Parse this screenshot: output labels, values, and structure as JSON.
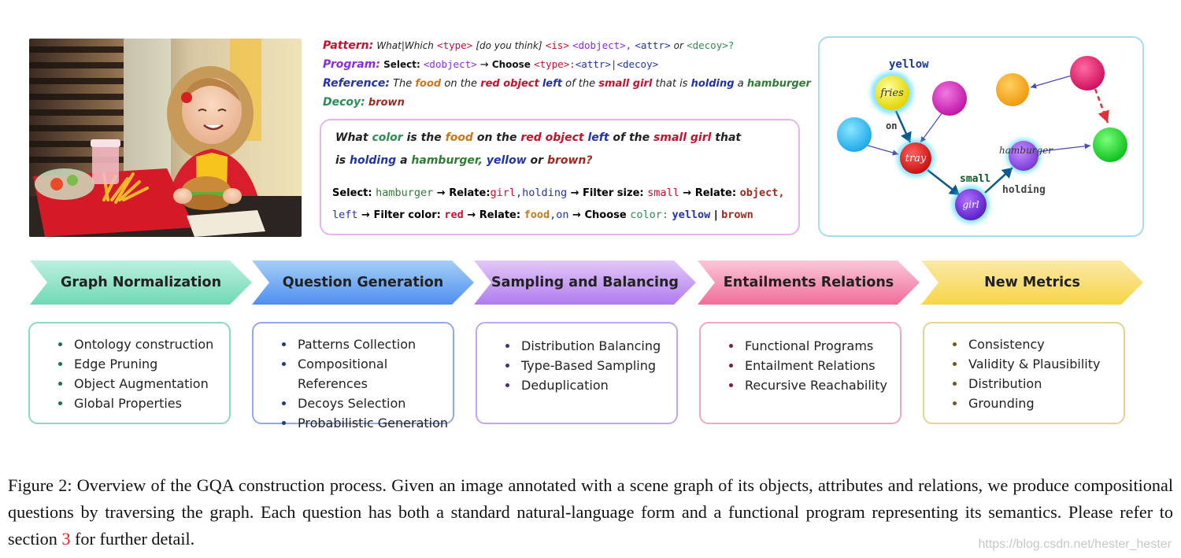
{
  "colors": {
    "green": "#2e8b57",
    "orange": "#c8781a",
    "red": "#c8102e",
    "blue": "#2233aa",
    "purple": "#8a2be2",
    "teal": "#3aa08a"
  },
  "pattern": {
    "label": "Pattern:",
    "text": "What|Which",
    "type": "<type>",
    "mid": "[do you think]",
    "is": "<is>",
    "dobject": "<dobject>,",
    "attr": "<attr>",
    "or": "or",
    "decoy": "<decoy>?"
  },
  "program": {
    "label": "Program:",
    "select": "Select:",
    "dobject": "<dobject>",
    "arrow": "→",
    "choose": "Choose",
    "type": "<type>:",
    "rest": "<attr>|<decoy>"
  },
  "reference": {
    "label": "Reference:",
    "p1": "The",
    "food": "food",
    "p2": "on the",
    "redobj": "red object",
    "left": "left",
    "p3": "of the",
    "smallgirl": "small girl",
    "p4": "that is",
    "holding": "holding",
    "p5": "a",
    "hamburger": "hamburger"
  },
  "decoy": {
    "label": "Decoy:",
    "value": "brown"
  },
  "question": {
    "l1": [
      "What",
      "color",
      "is the",
      "food",
      "on the",
      "red object",
      "left",
      "of the",
      "small girl",
      "that"
    ],
    "l2": [
      "is",
      "holding",
      "a",
      "hamburger,",
      "yellow",
      "or",
      "brown?"
    ]
  },
  "prog_lines": {
    "l1": {
      "select": "Select:",
      "hamburger": "hamburger",
      "a1": "→",
      "relate1": "Relate:",
      "girl": "girl",
      "holding": ",holding",
      "a2": "→",
      "filter1": "Filter size:",
      "small": "small",
      "a3": "→",
      "relate2": "Relate:",
      "object": "object,"
    },
    "l2": {
      "left": "left",
      "a1": "→",
      "filter2": "Filter color:",
      "red": "red",
      "a2": "→",
      "relate3": "Relate:",
      "food": "food",
      "on": ",on",
      "a3": "→",
      "choose": "Choose",
      "color": "color:",
      "yellow": "yellow",
      "bar": "|",
      "brown": "brown"
    }
  },
  "graph": {
    "yellow": "yellow",
    "fries": "fries",
    "on": "on",
    "tray": "tray",
    "small": "small",
    "girl": "girl",
    "hamburger": "hamburger",
    "holding": "holding"
  },
  "stages": [
    {
      "label": "Graph Normalization",
      "c1": "#bdf0e0",
      "c2": "#6fd9b4",
      "bullet": "#1f6b55",
      "border": "#8ad9c0",
      "items": [
        "Ontology construction",
        "Edge Pruning",
        "Object Augmentation",
        "Global Properties"
      ]
    },
    {
      "label": "Question Generation",
      "c1": "#a6cff7",
      "c2": "#4f8ff0",
      "bullet": "#23348a",
      "border": "#93a9e8",
      "items": [
        "Patterns Collection",
        "Compositional References",
        "Decoys Selection",
        "Probabilistic Generation"
      ]
    },
    {
      "label": "Sampling and Balancing",
      "c1": "#e3c8f7",
      "c2": "#b07cf0",
      "bullet": "#4b2a7a",
      "border": "#c5a5ec",
      "items": [
        "Distribution Balancing",
        "Type-Based Sampling",
        "Deduplication"
      ]
    },
    {
      "label": "Entailments Relations",
      "c1": "#fbc7d8",
      "c2": "#f06d9a",
      "bullet": "#7a1f3a",
      "border": "#eea8c0",
      "items": [
        "Functional Programs",
        "Entailment Relations",
        "Recursive Reachability"
      ]
    },
    {
      "label": "New Metrics",
      "c1": "#fbe9a8",
      "c2": "#f8d548",
      "bullet": "#6b5a1a",
      "border": "#e6d48e",
      "items": [
        "Consistency",
        "Validity & Plausibility",
        "Distribution",
        "Grounding"
      ]
    }
  ],
  "caption": {
    "p1": "Figure 2: Overview of the GQA construction process. Given an image annotated with a scene graph of its objects, attributes and relations, we produce compositional questions by traversing the graph. Each question has both a standard natural-language form and a functional program representing its semantics. Please refer to section ",
    "ref": "3",
    "p2": " for further detail."
  },
  "watermark": "https://blog.csdn.net/hester_hester"
}
